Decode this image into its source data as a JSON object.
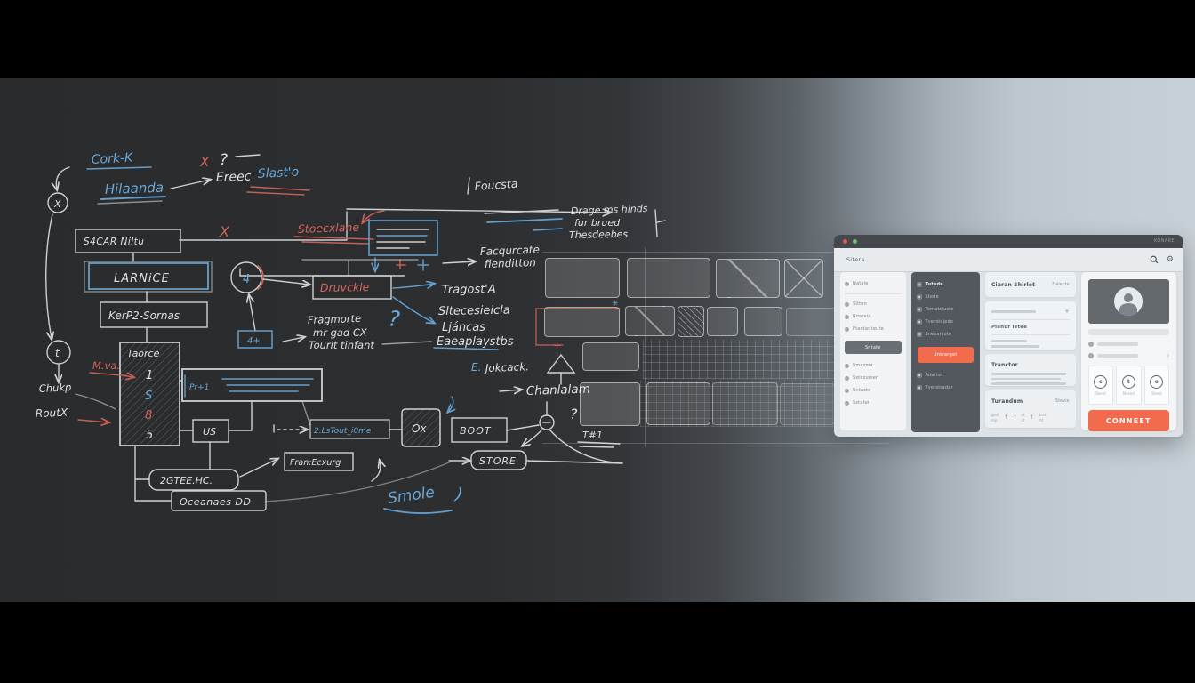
{
  "palette": {
    "accent": "#f26b4d",
    "chalk_blue": "#6aa9da",
    "chalk_red": "#d5655c",
    "board": "#2c2e30"
  },
  "chalkboard": {
    "cork": "Cork-K",
    "x1": "X",
    "q1": "?",
    "ereec": "Ereec",
    "slasto": "Slast'o",
    "hilaanda": "Hilaanda",
    "secar": "S4CAR Niltu",
    "x2": "X",
    "stoec": "Stoecxlane",
    "foucsta": "Foucsta",
    "note1": "Drage ms hinds",
    "note2": "fur brued",
    "note3": "Thesdeebes",
    "freq1": "Facqurcate",
    "freq2": "fienditton",
    "larnice": "LARNiCE",
    "kero": "KerP2-Sornas",
    "c4": "4",
    "druckle": "Druvckle",
    "bq": "?",
    "list1": "Tragost'A",
    "list2": "Sltecesieicla",
    "list3": "Ljáncas",
    "list4": "Eaeaplaystbs",
    "frag1": "Fragmorte",
    "frag2": "mr gad CX",
    "frag3": "Tourit tinfant",
    "taorce": "Taorce",
    "n1": "1",
    "n2": "S",
    "n3": "8",
    "n4": "5",
    "mva": "M.va.",
    "chukp": "Chukp",
    "routx": "RoutX",
    "pr": "Pr+1",
    "fourplus": "4+",
    "us": "US",
    "gtee": "2GTEE.HC.",
    "oceanas": "Oceanaes DD",
    "fran": "Fran:Ecxurg",
    "lstout": "2.LsTout_i0me",
    "ox": "Ox",
    "boot": "BOOT",
    "store": "STORE",
    "ejok_prefix": "E.",
    "ejok": "Jokcack.",
    "chanlalam": "Chanlalam",
    "wq": "?",
    "t1": "T#1",
    "smole": "Smole",
    "paren": ")",
    "nodex": "X",
    "node2": "t",
    "plus_red": "+",
    "sparkle": "✳"
  },
  "window": {
    "titlebar": {
      "badge": "KONARE"
    },
    "toolbar": {
      "query": "Sitera"
    },
    "nav": {
      "top_item": "Natale",
      "items": [
        "Sitten",
        "Rdatein",
        "Ftantanteute"
      ],
      "selected": "Sntate",
      "items2": [
        "Smezma",
        "Sstezumen",
        "Sntaste",
        "Sstaten"
      ]
    },
    "menu": {
      "items": [
        "Tutede",
        "Stede",
        "Tematsjuste",
        "Tverstejede",
        "Snezanjote"
      ],
      "action": "Untrarget",
      "items2": [
        "Adartet",
        "Tverstrader"
      ]
    },
    "content": {
      "header": {
        "title": "Ciaran Shirlet",
        "action": "Delecte"
      },
      "form": {
        "label": "Planur letee",
        "add": "+"
      },
      "panel": {
        "title": "Tranctor"
      },
      "footer": {
        "title": "Turandum",
        "action": "Stevie",
        "arrow": "↑",
        "steps": [
          {
            "top": "gest",
            "bot": "mp"
          },
          {
            "top": "at",
            "bot": "st"
          },
          {
            "top": "dest",
            "bot": "mt"
          }
        ]
      }
    },
    "profile": {
      "chevron": "›",
      "stats": [
        {
          "glyph": "c",
          "label": "Stend"
        },
        {
          "glyph": "t",
          "label": "Mesed"
        },
        {
          "glyph": "o",
          "label": "Steed"
        }
      ],
      "connect": "CONNEET"
    }
  }
}
